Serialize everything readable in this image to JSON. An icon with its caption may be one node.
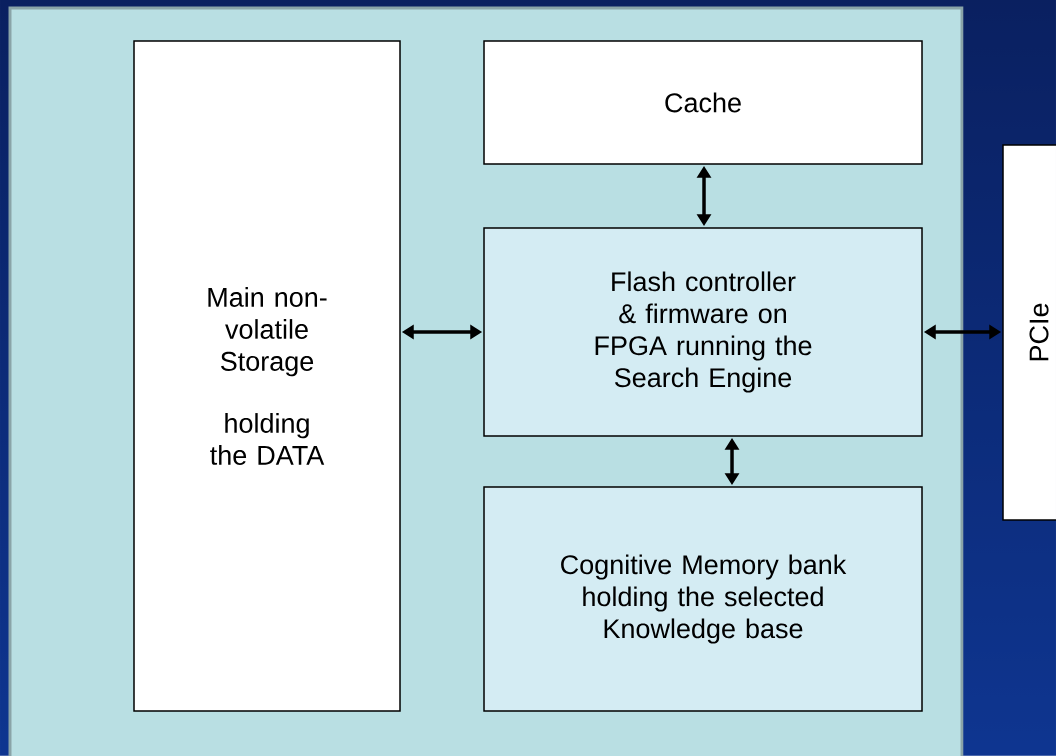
{
  "diagram": {
    "nodes": [
      {
        "text": [],
        "shape": "box"
      },
      {
        "text": [
          "Main non-volatile Storage",
          "holding the DATA"
        ],
        "in": 0
      },
      {
        "text": [
          "Cache"
        ],
        "in": 0
      },
      {
        "text": [
          "Flash controller & firmware on FPGA running the Search Engine"
        ],
        "in": 0
      },
      {
        "text": [
          "Cognitive Memory bank holding the selected Knowledge base"
        ],
        "in": 0
      },
      {
        "text": [
          "PCIe"
        ]
      }
    ],
    "edges": [
      {
        "from": 1,
        "to": 3,
        "arrow": "both"
      },
      {
        "from": 2,
        "to": 3,
        "arrow": "both"
      },
      {
        "from": 3,
        "to": 4,
        "arrow": "both"
      },
      {
        "from": 3,
        "to": 5,
        "arrow": "both"
      }
    ]
  }
}
